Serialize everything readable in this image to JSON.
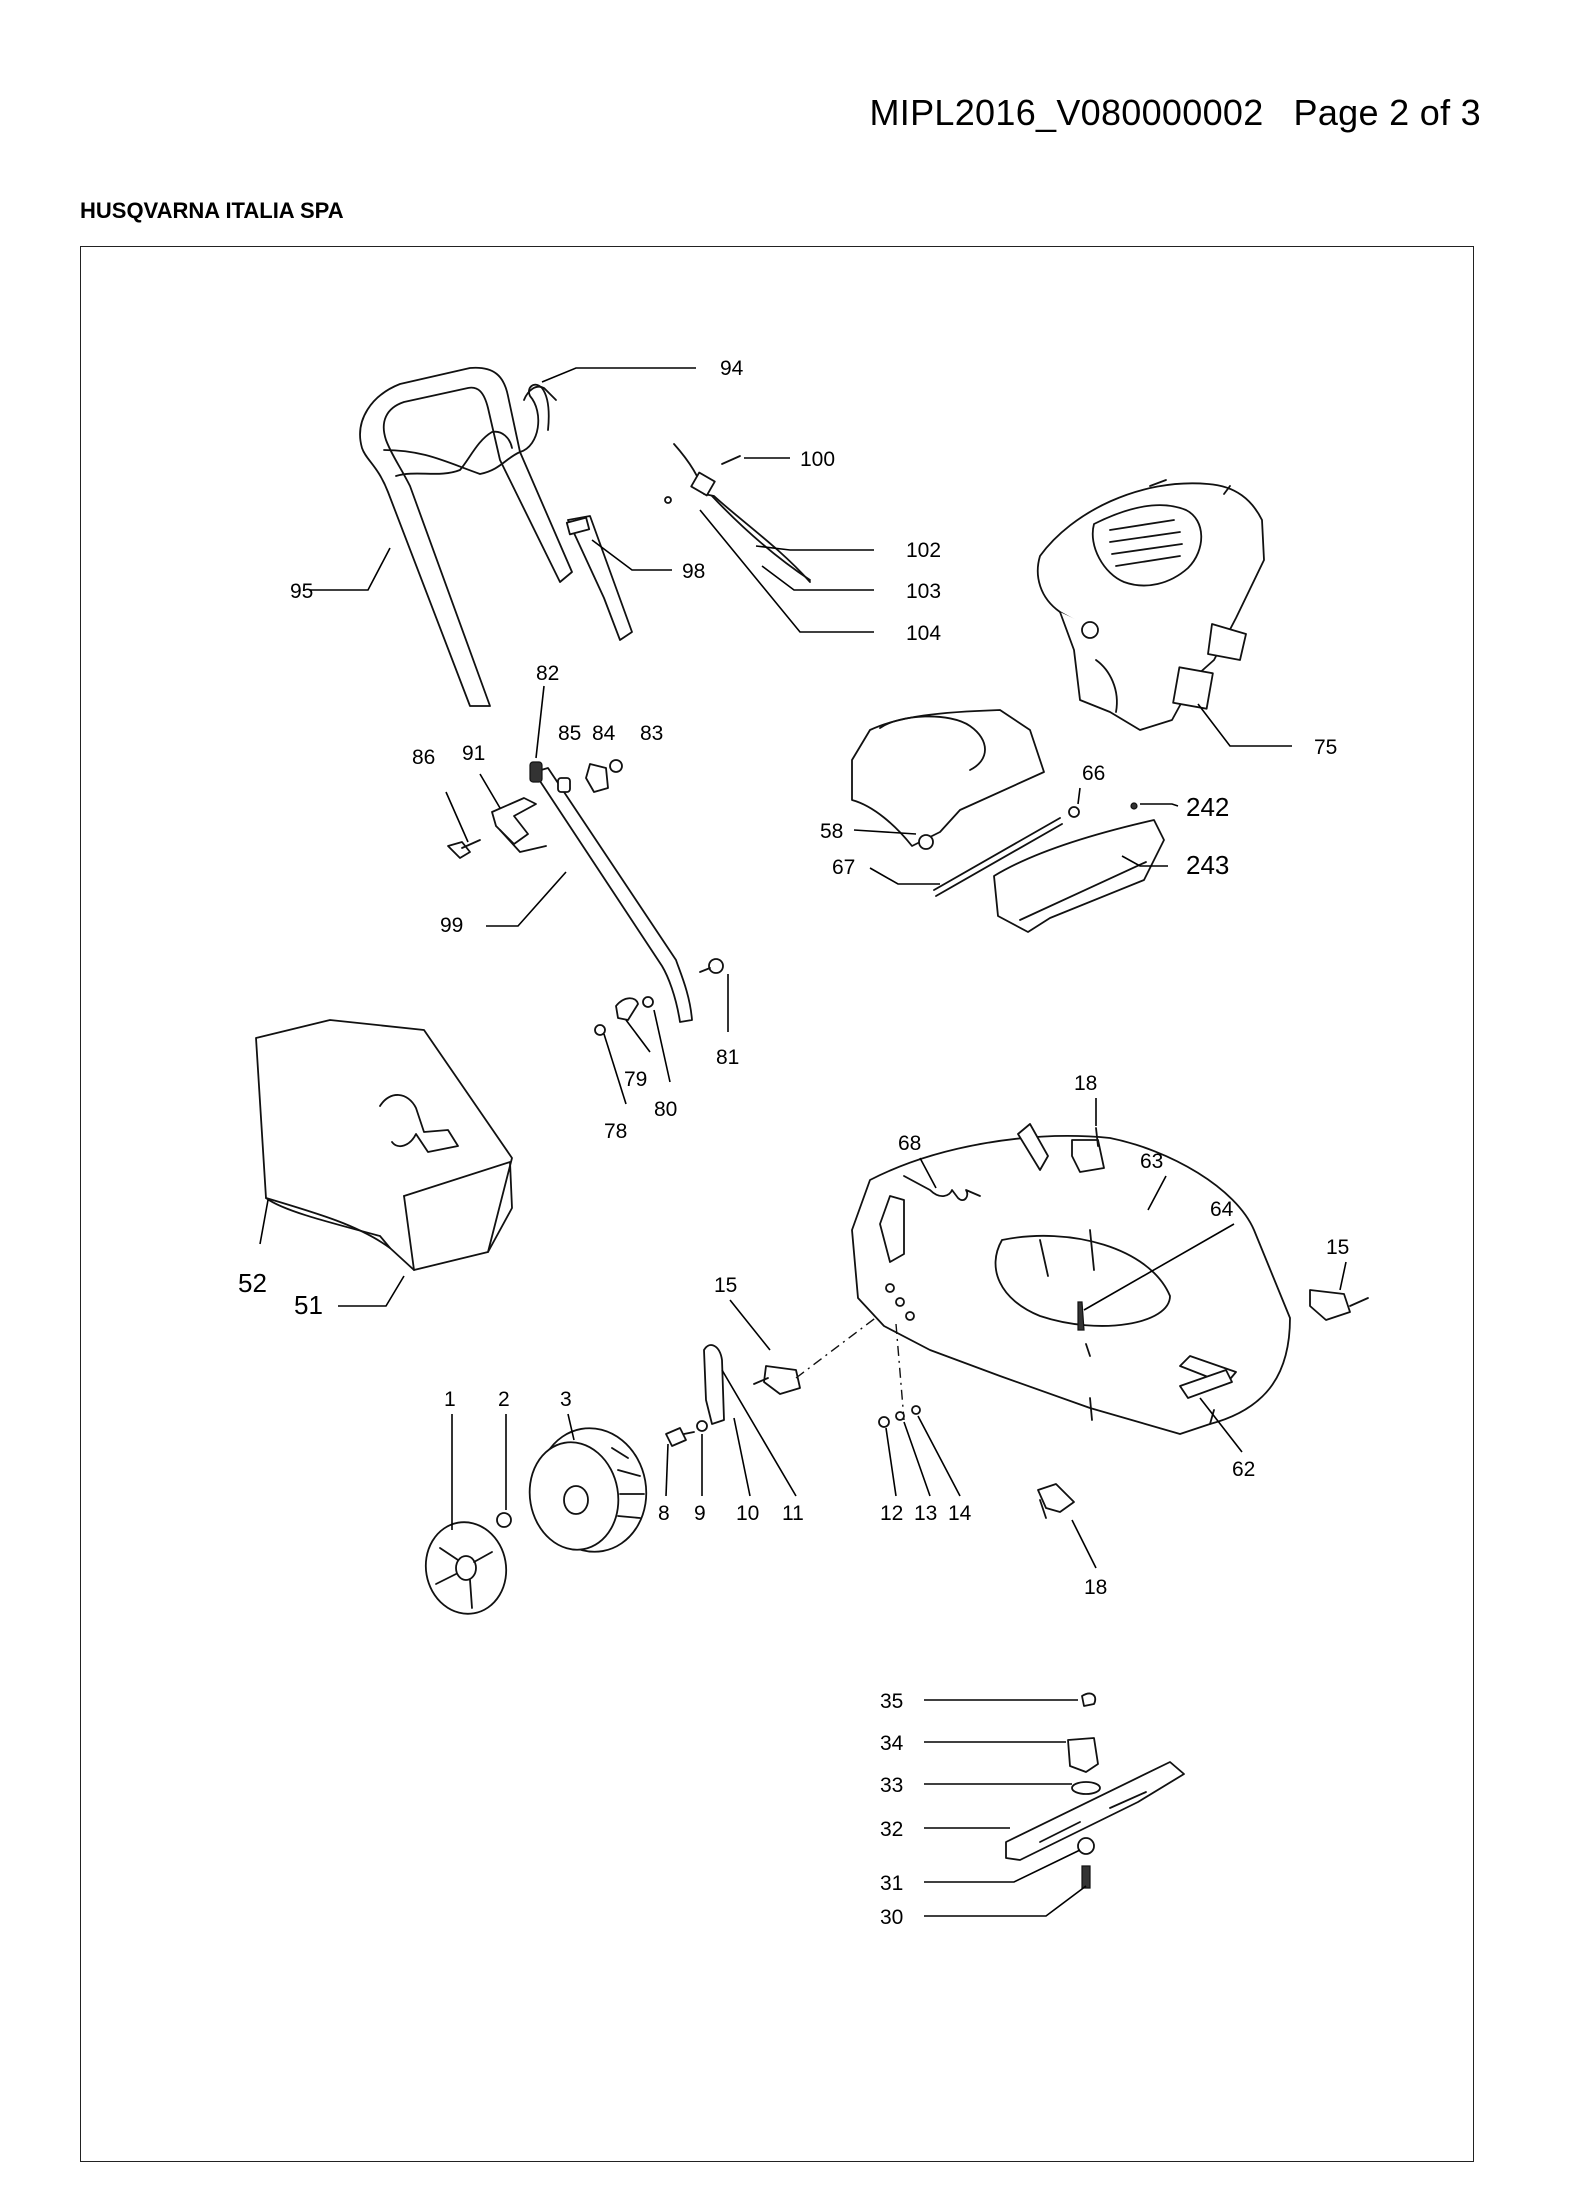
{
  "header": {
    "doc_id": "MIPL2016_V080000002",
    "page": "Page 2 of 3"
  },
  "company": "HUSQVARNA ITALIA SPA",
  "diagram": {
    "labels": [
      "94",
      "100",
      "102",
      "103",
      "104",
      "95",
      "98",
      "75",
      "82",
      "85",
      "84",
      "83",
      "86",
      "91",
      "66",
      "242",
      "58",
      "67",
      "243",
      "99",
      "81",
      "79",
      "80",
      "78",
      "18",
      "68",
      "63",
      "64",
      "15",
      "52",
      "51",
      "15",
      "1",
      "2",
      "3",
      "8",
      "9",
      "10",
      "11",
      "12",
      "13",
      "14",
      "62",
      "18",
      "35",
      "34",
      "33",
      "32",
      "31",
      "30"
    ]
  }
}
